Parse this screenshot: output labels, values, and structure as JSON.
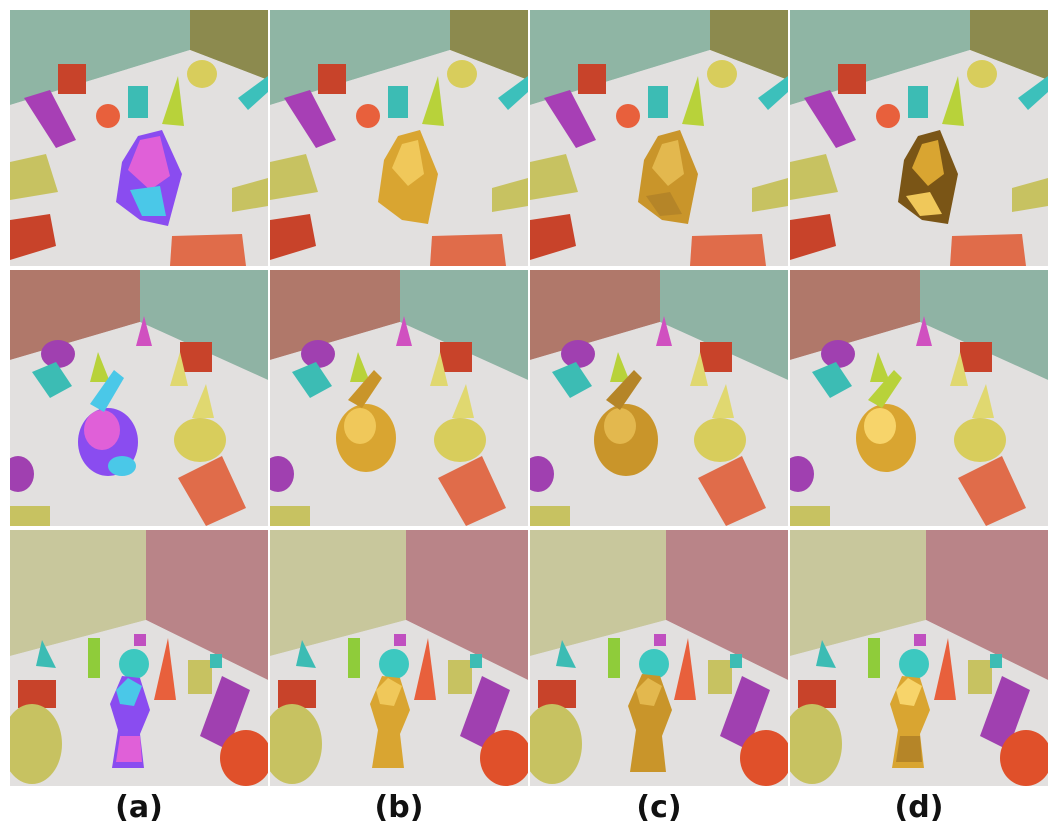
{
  "figure": {
    "columns": [
      {
        "label": "(a)",
        "object_style": "normal-map"
      },
      {
        "label": "(b)",
        "object_style": "gold-smooth"
      },
      {
        "label": "(c)",
        "object_style": "gold-noisy"
      },
      {
        "label": "(d)",
        "object_style": "gold-sharp"
      }
    ],
    "rows": [
      {
        "scene": "thinker-statue",
        "wall_left": "#8fb5a4",
        "wall_right": "#8c8a4e"
      },
      {
        "scene": "bunny",
        "wall_left": "#b0786a",
        "wall_right": "#8fb3a4"
      },
      {
        "scene": "chess-knight",
        "wall_left": "#c8c79c",
        "wall_right": "#b98488"
      }
    ],
    "colors": {
      "floor": "#dedcdc",
      "gold": "#d9a531",
      "normal_map_a": "#8a4cf0",
      "normal_map_b": "#4ac8e8",
      "normal_map_c": "#e060d8"
    }
  }
}
